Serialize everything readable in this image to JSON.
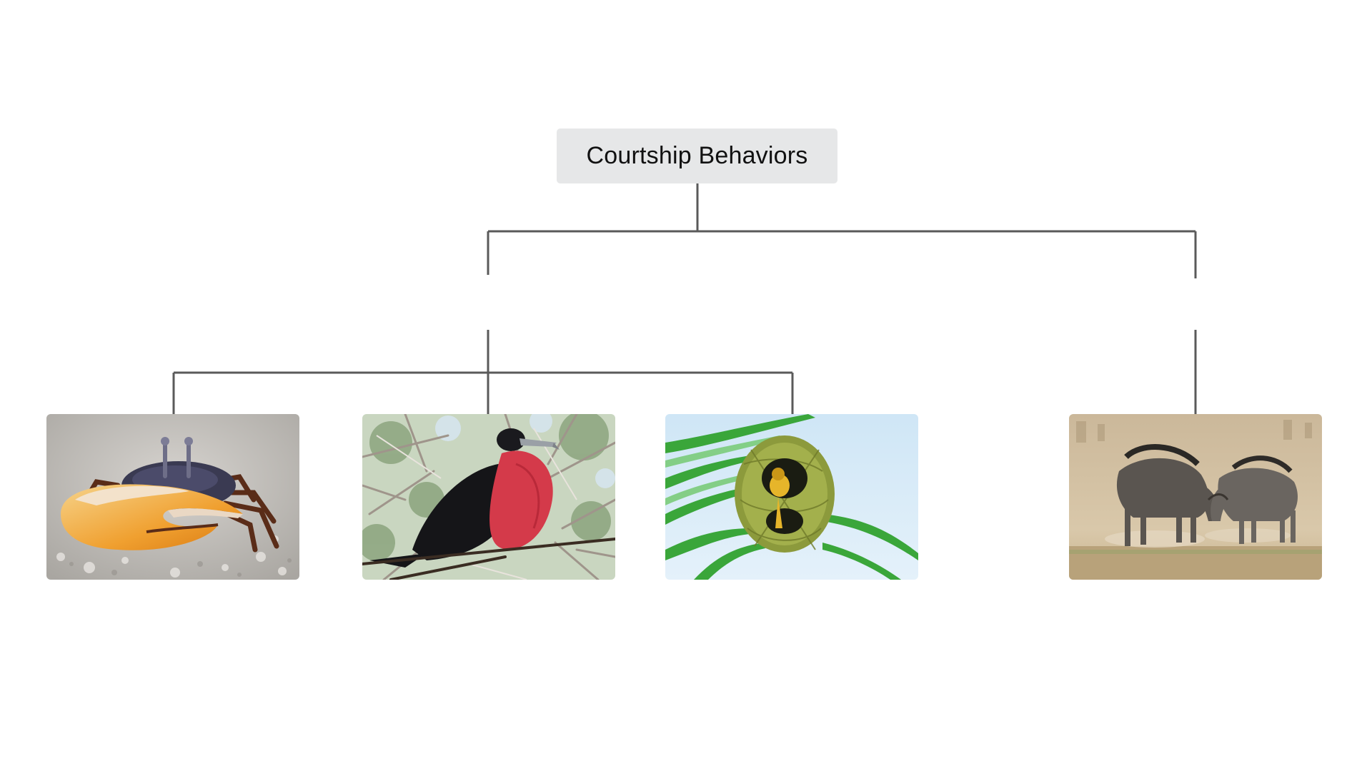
{
  "diagram": {
    "root": {
      "label": "Courtship Behaviors"
    },
    "nodes": [
      {
        "icon": "fiddler-crab-photo"
      },
      {
        "icon": "frigatebird-photo"
      },
      {
        "icon": "weaver-bird-nest-photo"
      },
      {
        "icon": "wildebeest-fighting-photo"
      }
    ],
    "colors": {
      "connector": "#5a5a5a",
      "root_fill": "#e6e7e8",
      "root_text": "#111111"
    }
  }
}
